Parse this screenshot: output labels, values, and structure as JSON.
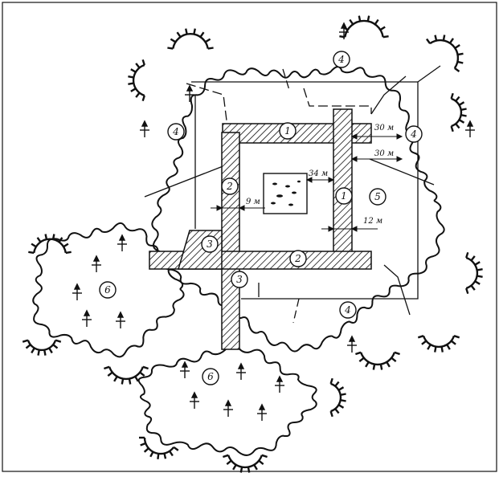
{
  "colors": {
    "ink": "#111111",
    "paper": "#ffffff"
  },
  "diagram": {
    "markers": {
      "m1_top": "1",
      "m1_right": "1",
      "m2_left": "2",
      "m2_bottom": "2",
      "m3_upper": "3",
      "m3_lower": "3",
      "m4_top": "4",
      "m4_left": "4",
      "m4_right": "4",
      "m4_bottom": "4",
      "m5": "5",
      "m6_left": "6",
      "m6_bottom": "6"
    },
    "dimensions": {
      "d30_upper": "30 м",
      "d30_lower": "30 м",
      "d34": "34 м",
      "d9": "9 м",
      "d12": "12 м"
    },
    "icons": [
      "forest-edge-icon",
      "tree-symbol-icon",
      "slope-hachure-icon",
      "building-icon"
    ]
  }
}
